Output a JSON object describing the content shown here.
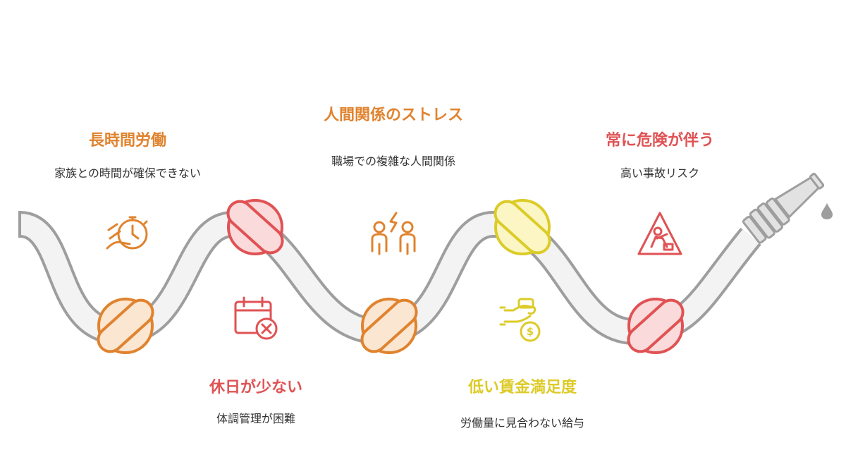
{
  "colors": {
    "orange": "#E0832E",
    "red": "#E05254",
    "yellow": "#DCCB28",
    "hose_outline": "#9E9E9E",
    "hose_fill": "#F3F3F3",
    "nozzle_fill": "#E2E2E2"
  },
  "items": [
    {
      "title": "長時間労働",
      "desc": "家族との時間が確保できない",
      "color": "orange",
      "icon": "stopwatch-hand-icon"
    },
    {
      "title": "休日が少ない",
      "desc": "体調管理が困難",
      "color": "red",
      "icon": "calendar-cancel-icon"
    },
    {
      "title": "人間関係のストレス",
      "desc": "職場での複雑な人間関係",
      "color": "orange",
      "icon": "people-conflict-icon"
    },
    {
      "title": "低い賃金満足度",
      "desc": "労働量に見合わない給与",
      "color": "yellow",
      "icon": "hand-money-icon"
    },
    {
      "title": "常に危険が伴う",
      "desc": "高い事故リスク",
      "color": "red",
      "icon": "construction-warning-icon"
    }
  ]
}
